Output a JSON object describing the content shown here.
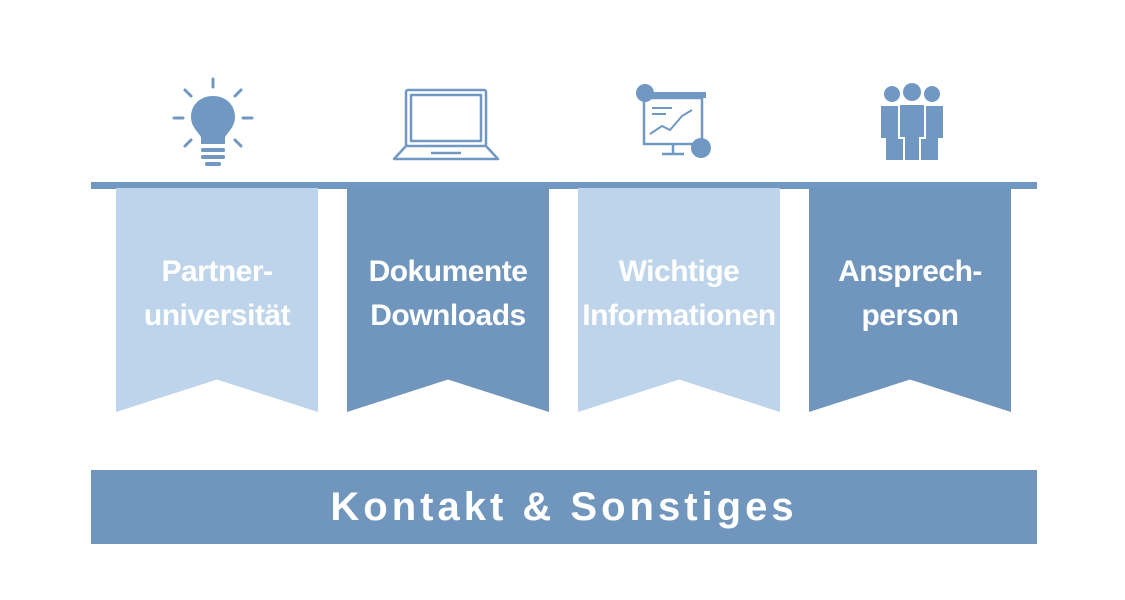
{
  "colors": {
    "light": "#bdd4ea",
    "dark": "#7096be",
    "icon": "#7198c3",
    "text": "#ffffff"
  },
  "icons": [
    "lightbulb-icon",
    "laptop-icon",
    "presentation-icon",
    "people-group-icon"
  ],
  "banners": [
    {
      "label": "Partner-\nuniversität",
      "style": "light"
    },
    {
      "label": "Dokumente\nDownloads",
      "style": "dark"
    },
    {
      "label": "Wichtige\nInformationen",
      "style": "light"
    },
    {
      "label": "Ansprech-\nperson",
      "style": "dark"
    }
  ],
  "footer": {
    "label": "Kontakt & Sonstiges"
  }
}
